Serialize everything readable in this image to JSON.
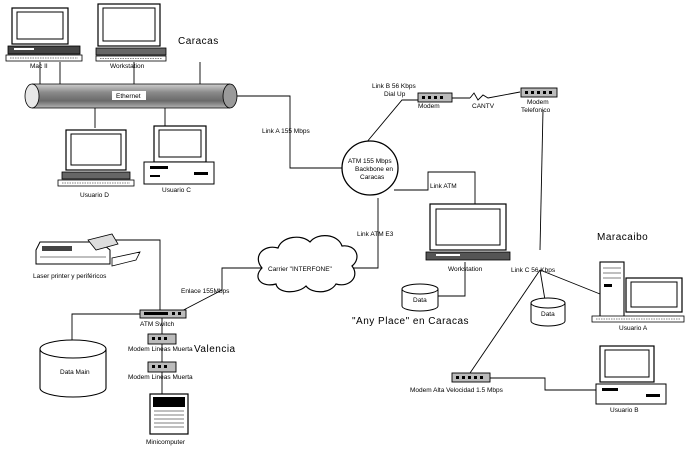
{
  "locations": {
    "caracas": "Caracas",
    "maracaibo": "Maracaibo",
    "valencia": "Valencia",
    "any_place": "\"Any Place\" en Caracas"
  },
  "devices": {
    "mac2": "Mac II",
    "workstation_top": "Workstation",
    "ethernet": "Ethernet",
    "usuario_d": "Usuario D",
    "usuario_c": "Usuario C",
    "modem_left": "Modem",
    "cantv": "CANTV",
    "modem_telefonico": [
      "Modem",
      "Telefonico"
    ],
    "atm_backbone": [
      "ATM 155 Mbps",
      "Backbone en",
      "Caracas"
    ],
    "workstation_mid": "Workstation",
    "data_mid": "Data",
    "data_right": "Data",
    "usuario_a": "Usuario A",
    "usuario_b": "Usuario B",
    "laser": "Laser printer y periféricos",
    "atm_switch": "ATM Switch",
    "modem_lineas_1": "Modem Lineas Muerta",
    "modem_lineas_2": "Modem Lineas Muerta",
    "data_main": "Data Main",
    "minicomputer": "Minicomputer",
    "carrier": "Carrier \"INTERFONE\"",
    "modem_alta": "Modem Alta Velocidad 1.5 Mbps"
  },
  "links": {
    "link_b": [
      "Link B 56 Kbps",
      "Dial Up"
    ],
    "link_a": "Link A 155 Mbps",
    "link_atm": "Link ATM",
    "link_atm_e3": "Link ATM E3",
    "link_c": "Link C 56 Kbps",
    "enlace": "Enlace 155Mbps"
  }
}
